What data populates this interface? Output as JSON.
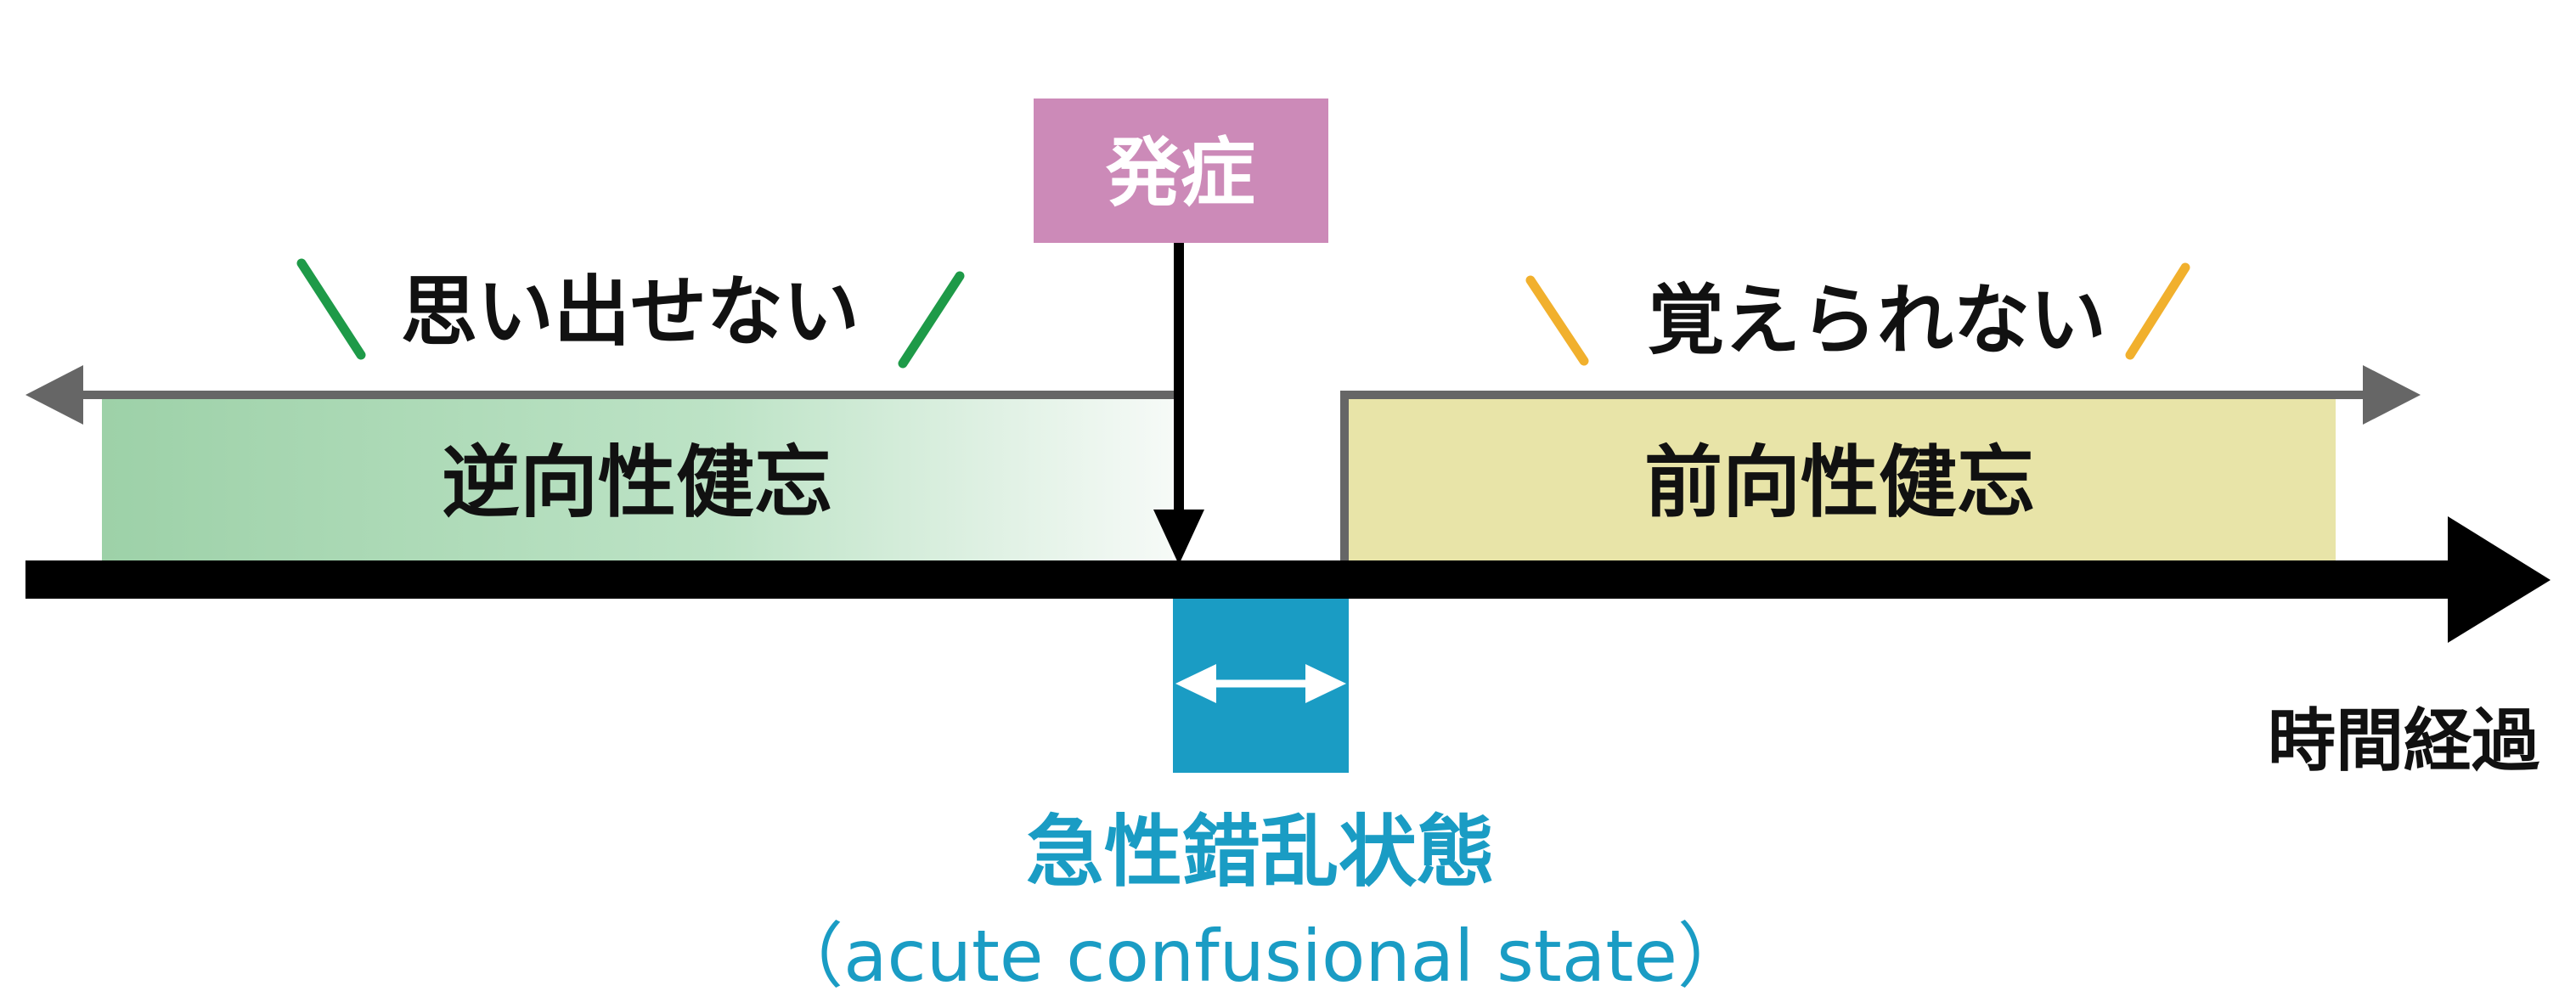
{
  "diagram": {
    "retrograde": {
      "caption": "思い出せない",
      "label": "逆向性健忘"
    },
    "anterograde": {
      "caption": "覚えられない",
      "label": "前向性健忘"
    },
    "onset": {
      "label": "発症"
    },
    "acute_state": {
      "label_ja": "急性錯乱状態",
      "label_en": "（acute confusional state）"
    },
    "time_axis": {
      "label": "時間経過"
    }
  },
  "colors": {
    "retrograde_fill": "#9dd1a8",
    "anterograde_fill": "#e8e4a8",
    "onset_fill": "#cc8ab8",
    "acute_fill": "#1a9cc4",
    "accent_green": "#1e9a48",
    "accent_orange": "#f1b02d",
    "axis": "#000000",
    "bracket": "#666666"
  }
}
